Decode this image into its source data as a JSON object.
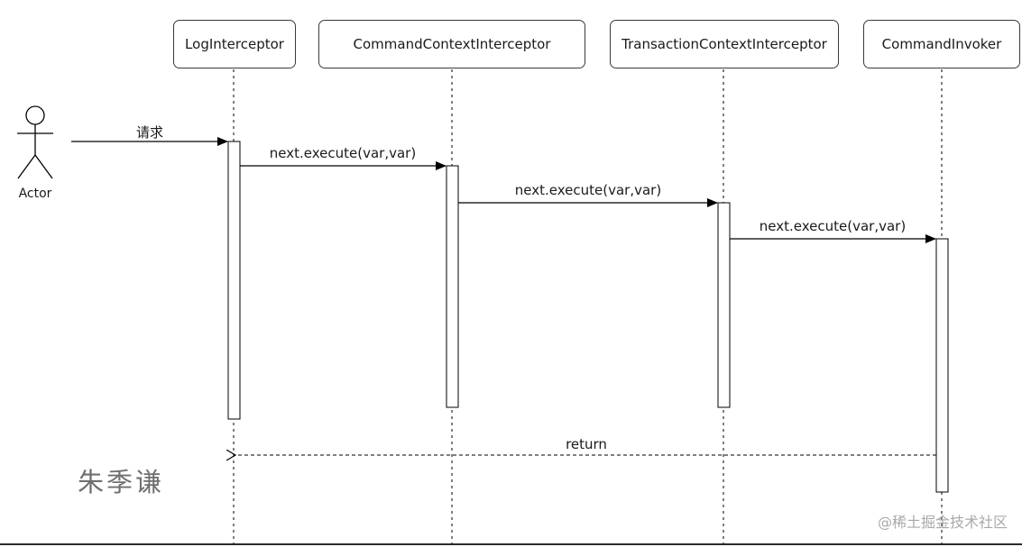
{
  "diagram": {
    "type": "sequence",
    "actor": {
      "label": "Actor"
    },
    "participants": [
      {
        "id": "p1",
        "label": "LogInterceptor"
      },
      {
        "id": "p2",
        "label": "CommandContextInterceptor"
      },
      {
        "id": "p3",
        "label": "TransactionContextInterceptor"
      },
      {
        "id": "p4",
        "label": "CommandInvoker"
      }
    ],
    "messages": [
      {
        "from": "actor",
        "to": "p1",
        "label": "请求",
        "style": "solid"
      },
      {
        "from": "p1",
        "to": "p2",
        "label": "next.execute(var,var)",
        "style": "solid"
      },
      {
        "from": "p2",
        "to": "p3",
        "label": "next.execute(var,var)",
        "style": "solid"
      },
      {
        "from": "p3",
        "to": "p4",
        "label": "next.execute(var,var)",
        "style": "solid"
      },
      {
        "from": "p4",
        "to": "p1",
        "label": "return",
        "style": "dashed"
      }
    ]
  },
  "signature": "朱季谦",
  "watermark": "@稀土掘金技术社区"
}
